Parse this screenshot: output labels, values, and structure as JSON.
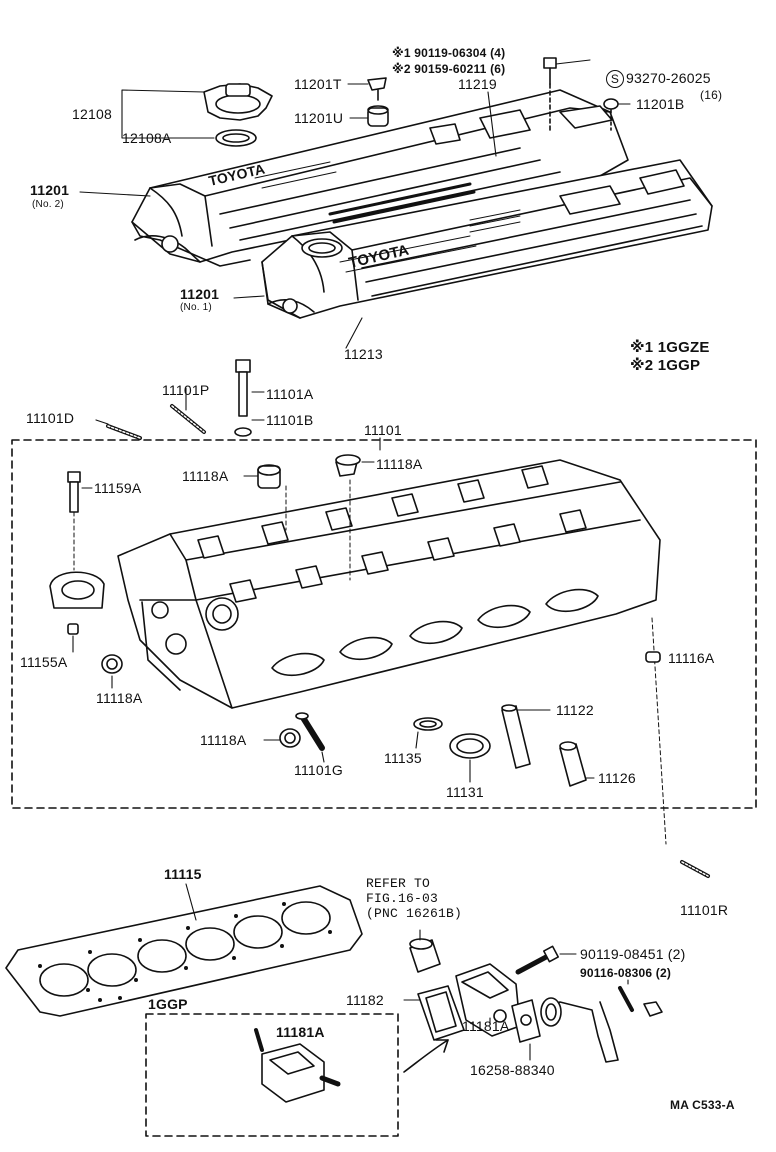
{
  "labels": {
    "p90119_06304": "※1 90119-06304 (4)",
    "p90159_60211": "※2 90159-60211 (6)",
    "s_mark": "S",
    "p93270_26025": "93270-26025",
    "p93270_qty": "(16)",
    "p11201T": "11201T",
    "p11219": "11219",
    "p12108": "12108",
    "p11201U": "11201U",
    "p11201B": "11201B",
    "p12108A": "12108A",
    "p11201_no2": "11201",
    "p11201_no2_sub": "(No. 2)",
    "p11201_no1": "11201",
    "p11201_no1_sub": "(No. 1)",
    "p11213": "11213",
    "legend1": "※1 1GGZE",
    "legend2": "※2 1GGP",
    "p11101P": "11101P",
    "p11101A": "11101A",
    "p11101D": "11101D",
    "p11101B": "11101B",
    "p11101": "11101",
    "p11118A_a": "11118A",
    "p11118A_b": "11118A",
    "p11159A": "11159A",
    "p11155A": "11155A",
    "p11116A": "11116A",
    "p11118A_c": "11118A",
    "p11122": "11122",
    "p11118A_d": "11118A",
    "p11101G": "11101G",
    "p11135": "11135",
    "p11126": "11126",
    "p11131": "11131",
    "p11101R": "11101R",
    "p11115": "11115",
    "refer1": "REFER TO",
    "refer2": "FIG.16-03",
    "refer3": "(PNC 16261B)",
    "p90119_08451": "90119-08451 (2)",
    "p90116_08306": "90116-08306 (2)",
    "p1GGP": "1GGP",
    "p11182": "11182",
    "p11181A_box": "11181A",
    "p11181A": "11181A",
    "p16258": "16258-88340",
    "fig_code": "MA  C533-A"
  },
  "cover_text": {
    "no2": "TOYOTA",
    "no1": "TOYOTA"
  }
}
